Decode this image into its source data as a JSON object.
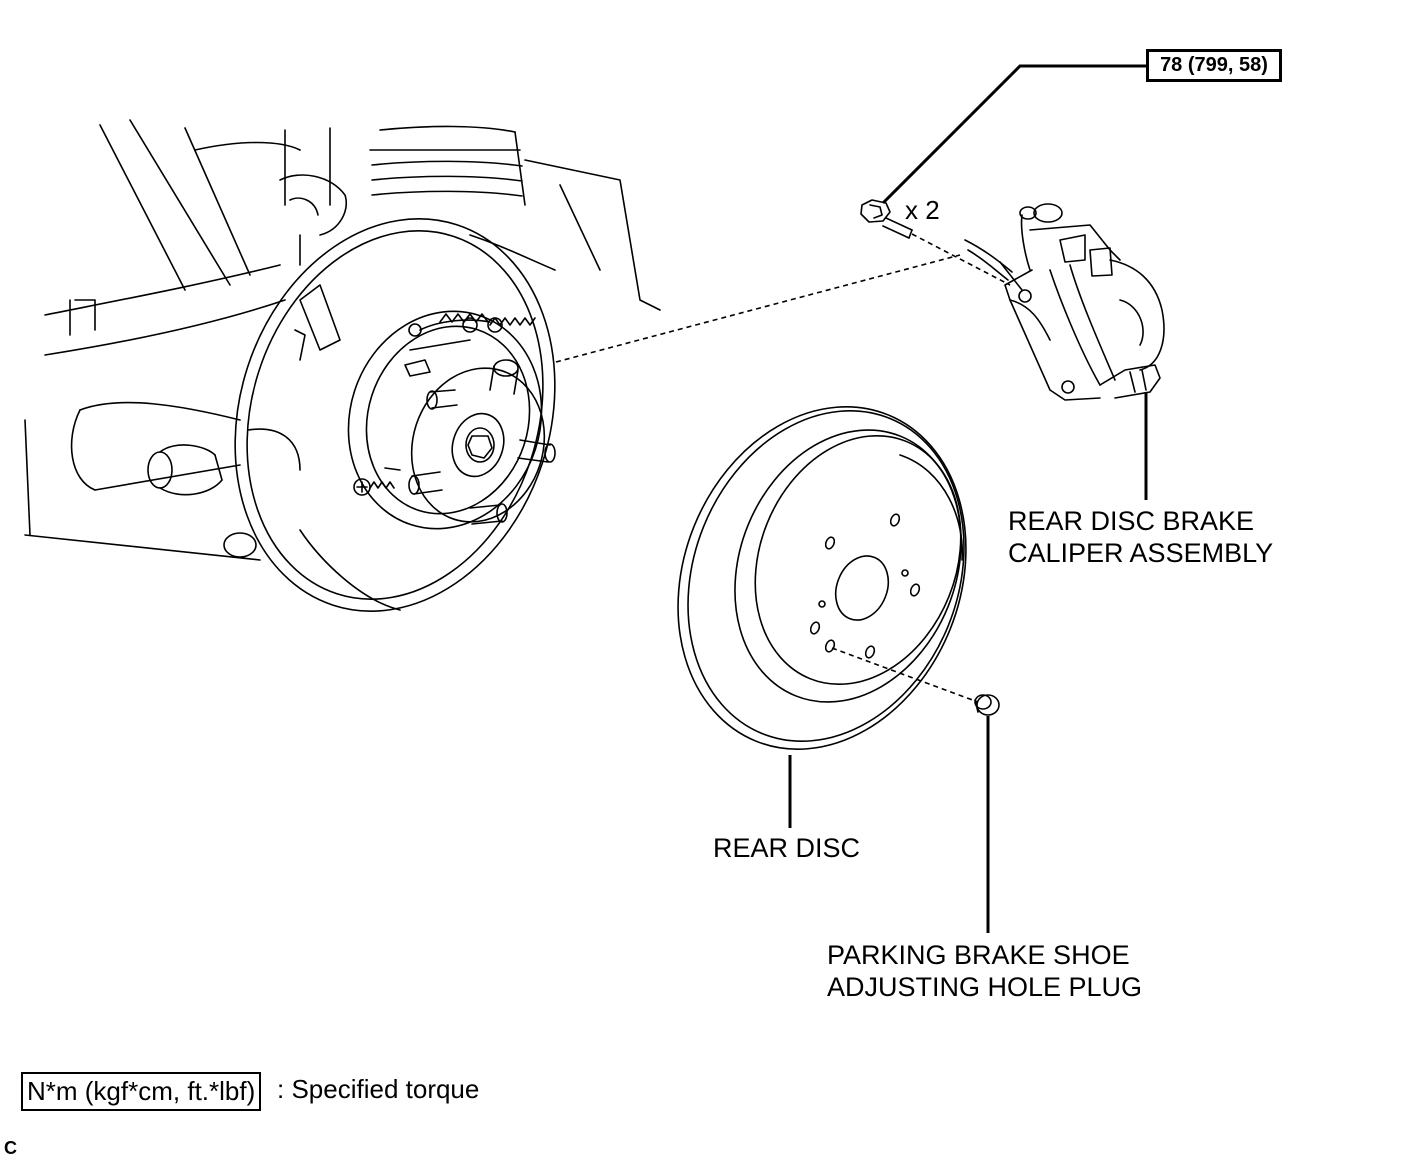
{
  "torque_spec": "78 (799, 58)",
  "quantity": "x 2",
  "labels": {
    "caliper_line1": "REAR DISC BRAKE",
    "caliper_line2": "CALIPER ASSEMBLY",
    "disc": "REAR DISC",
    "plug_line1": "PARKING BRAKE SHOE",
    "plug_line2": "ADJUSTING HOLE PLUG"
  },
  "legend": {
    "unit": "N*m (kgf*cm, ft.*lbf)",
    "description": ": Specified torque"
  },
  "corner_mark": "C"
}
